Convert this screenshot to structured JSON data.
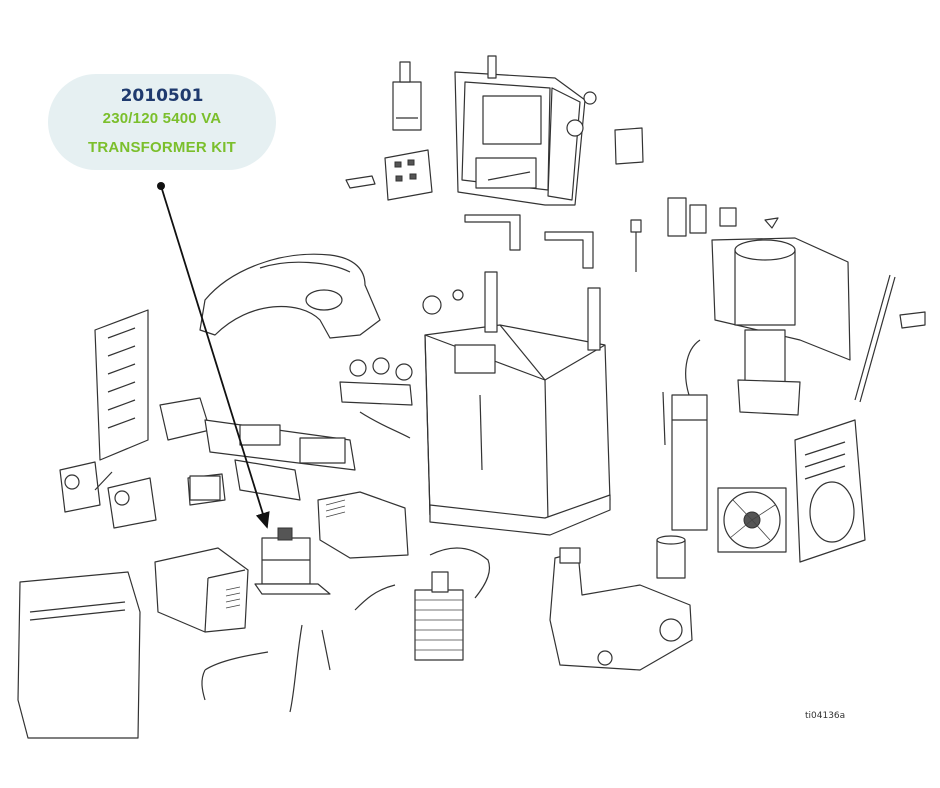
{
  "callout": {
    "part_number": "2010501",
    "line1": "230/120 5400 VA",
    "line2": "TRANSFORMER KIT",
    "part_color": "#1f3a6e",
    "text_color": "#7bbf2c",
    "bg_color": "#e6f0f2"
  },
  "figure_ref": "ti04136a"
}
